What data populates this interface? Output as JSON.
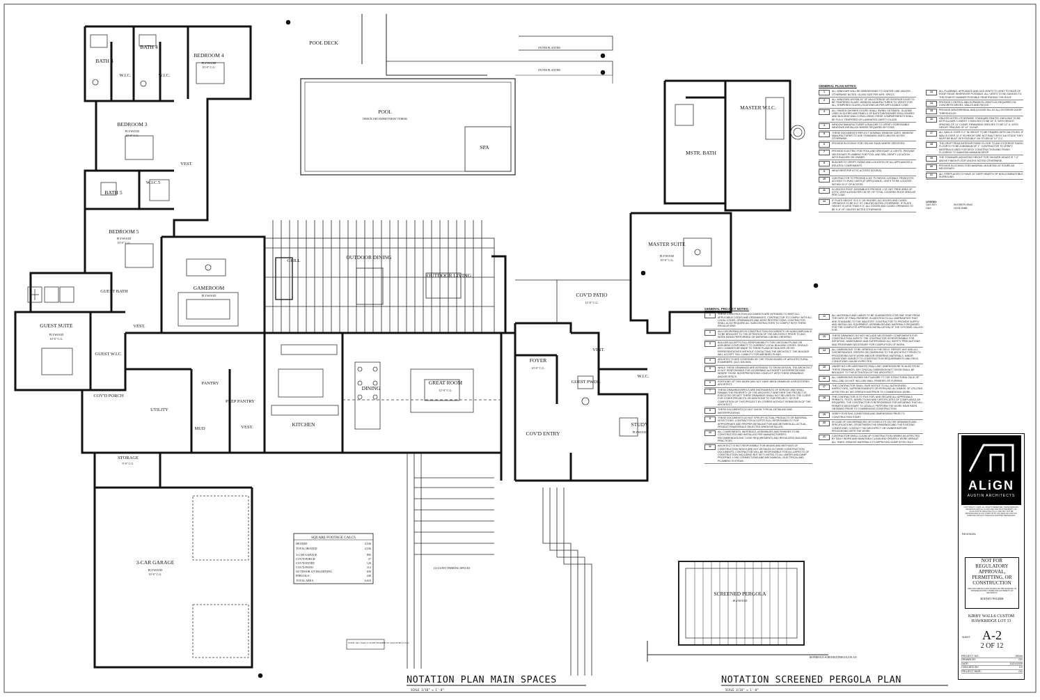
{
  "rooms": {
    "pool_deck": "POOL DECK",
    "pool": "POOL",
    "pool_sub": "DESIGN AND SUBMITTED BY OTHERS",
    "spa": "SPA",
    "bath3": "BATH 3",
    "bath4": "BATH 4",
    "wic3": "W.I.C.",
    "wic4": "W.I.C.",
    "bedroom4": "BEDROOM 4",
    "bedroom3": "BEDROOM 3",
    "bath5": "BATH 5",
    "wic5": "W.I.C.5",
    "vest1": "VEST.",
    "bedroom5": "BEDROOM 5",
    "gameroom": "GAMEROOM",
    "guest_bath": "GUEST BATH",
    "guest_suite": "GUEST SUITE",
    "guest_wic": "GUEST W.I.C.",
    "vest2": "VEST.",
    "grill": "GRILL",
    "outdoor_dining": "OUTDOOR DINING",
    "outdoor_living": "OUTDOOR LIVING",
    "covd_patio": "COV'D PATIO",
    "master_suite": "MASTER SUITE",
    "master_wic": "MASTER W.I.C.",
    "mstr_bath": "MSTR. BATH",
    "foyer": "FOYER",
    "vest3": "VEST.",
    "guest_pwdr": "GUEST PWDR.",
    "wic_study": "W.I.C.",
    "study": "STUDY",
    "covd_entry": "COV'D ENTRY",
    "dining": "DINING",
    "great_room": "GREAT ROOM",
    "kitchen": "KITCHEN",
    "pantry": "PANTRY",
    "prep_pantry": "PREP PANTRY",
    "mud": "MUD",
    "vest4": "VEST.",
    "utility": "UTILITY",
    "covd_porch": "COV'D PORCH",
    "storage": "STORAGE",
    "garage": "3-CAR GARAGE",
    "screened_pergola": "SCREENED PERGOLA",
    "stone_planter": "STONE PLANTER"
  },
  "ceilings": {
    "plywood": "PLYWOOD",
    "c10": "10'-0\" C.G.",
    "c9": "9'-0\" C.G.",
    "c12": "12'-0\" C.G."
  },
  "sqft": {
    "title": "SQUARE FOOTAGE CALCS",
    "rows": [
      {
        "label": "HEATED",
        "value": "4,536"
      },
      {
        "label": "TOTAL HEATED",
        "value": "4,536"
      },
      {
        "label": "3-CAR GARAGE",
        "value": "895"
      },
      {
        "label": "COV'D PORCH",
        "value": "57"
      },
      {
        "label": "COV'D ENTRY",
        "value": "120"
      },
      {
        "label": "COV'D PATIO",
        "value": "112"
      },
      {
        "label": "OUTDOOR LIVING/DINING",
        "value": "650"
      },
      {
        "label": "PERGOLA",
        "value": "240"
      },
      {
        "label": "TOTAL AREA",
        "value": "6,610"
      }
    ]
  },
  "guest_parking": "(2) GUEST PARKING SPACES",
  "walls_note": "NOTE: ALL WALLS TO BE FRAMED W/ 2x6 STUDS U.N.O.",
  "plan_titles": {
    "main": "NOTATION PLAN MAIN SPACES",
    "main_scale": "SCALE 3/16\" = 1'-0\"",
    "pergola": "NOTATION SCREENED PERGOLA PLAN",
    "pergola_scale": "SCALE 3/16\" = 1'-0\"",
    "ref_pergola": "REFERENCE SCREENED PERGOLA PLAN"
  },
  "general_plan_notes": {
    "title": "GENERAL PLAN NOTES:",
    "left": [
      {
        "n": "1",
        "t": "ALL WINDOWS WILL BE DIMENSIONED TO CENTER LINE UNLESS OTHERWISE NOTED. GLASS SIZE PER MFR. SPECS."
      },
      {
        "n": "2",
        "t": "ALL WINDOWS WITHIN 24\" OF AN EXTERIOR OR INTERIOR DOOR TO BE TEMPERED GLASS. WINDOW MANUFACTURER TO VERIFY FOR ALL TEMPERED GLASS LOCATIONS AS PER APPLICABLE CODE."
      },
      {
        "n": "3",
        "t": "ALL HINGED SHOWER DOORS SHALL SWING OUTWARD. GLAZING USED IN DOORS AND PANELS OF BATHTUB/SHOWER ENCLOSURES AND BUILDING WALLS ENCLOSING THESE COMPARTMENTS SHALL BE FULLY TEMPERED OR LAMINATED SAFETY GLASS."
      },
      {
        "n": "4",
        "t": "WINDOW MANUFACTURER & BUILDER TO VERIFY EGRESSABLE WINDOWS INSTALLED WHERE REQUIRED BY CODE."
      },
      {
        "n": "5",
        "t": "THESE DOCUMENTS REFLECT NOMINAL WINDOW SIZES. WINDOW MANUFACTURER TO USE STANDARD SIZES UNLESS NOTED OTHERWISE."
      },
      {
        "n": "6",
        "t": "PROVIDE BLOCKING FOR CEILING FANS WHERE SPECIFIED."
      },
      {
        "n": "7",
        "t": "PROVIDE ELECTRIC FOR POOL AND SPA EQUIP. & LIGHTS. PROVIDE NECESSARY PLUMBING FOR POOL AND SPA. VERIFY LOCATION WITH BUILDER OR OWNER."
      },
      {
        "n": "8",
        "t": "BUILDER TO VERIFY SIZING AND LOCATION OF ALL APPLIANCES & RELATED COMPONENTS."
      },
      {
        "n": "9",
        "t": "WEATHERSTRIP ATTIC ACCESS DOOR(S)."
      },
      {
        "n": "10",
        "t": "CONTRACTOR TO PROVIDE A 3/4\" PLYWOOD CATWALK FROM ATTIC ACCESS TO HVAC UNITS (IF APPLICABLE). UNITS TO BE LOCATED WITHIN 20'-0\" OF ACCESS."
      },
      {
        "n": "11",
        "t": "IN VENTED ROOF ASSEMBLIES PROVIDE 1 SF. NET FREE AREA OF ATTIC VENTILATION PER 150 SF. OF TOTAL COVERED ROOF AREA AS PER CODE."
      },
      {
        "n": "12",
        "t": "IF PLATE HEIGHT IS 9'-0\" OR HIGHER, ALL DOORS AND CASED OPENINGS TO BE 8'-0\" HT. UNLESS NOTED OTHERWISE. IF PLATE HEIGHT IS LESS THAN 9'-0\", ALL DOORS AND CASED OPENINGS TO BE 6'-8\" HT. UNLESS NOTED OTHERWISE."
      }
    ],
    "right": [
      {
        "n": "13",
        "t": "ALL PLUMBING, APPLIANCE AND GAS VENTS TO VENT TO REAR OF ROOF RIDGE WHEREVER POSSIBLE. ALL VENTS TO BE GANGED TO THE FEWEST NUMBER POSSIBLE PENETRATING THE ROOF."
      },
      {
        "n": "14",
        "t": "PROVIDE CONTROL AND EXPANSION JOINTS AS REQUIRED ON CONCRETE DRIVES, WALKS AND PATIOS."
      },
      {
        "n": "15",
        "t": "PROVIDE WEATHERSEAL AND A DOOR SILL AT ALL EXTERIOR DOOR THRESHOLDS."
      },
      {
        "n": "16",
        "t": "UNLESS NOTED OTHERWISE STANDARD PANTRY SHELVING TO BE AS FOLLOWS: LOWEST 3 SHELVES TO BE 16\" D. WITH HEIGHT SPACING OF 14\" CLEAR. REMAINING SHELVES TO BE 12\" D. WITH HEIGHT SPACING OF 12\" CLEAR."
      },
      {
        "n": "17",
        "t": "ALL WALLS OVER 9'-0\" IN HEIGHT TO BE FRAMED WITH 2x6 STUDS. IF WALLS OVER 12'-0\" IN HEIGHT ARE NOT BUILT WITH 2x6 STUDS THEY MUST BE BUILT WITH DOUBLE 2x4 STUDS AT 12\" O.C."
      },
      {
        "n": "18",
        "t": "THE DROP FROM INTERIOR FINISH FLOOR TO ANY EXTERIOR FINISH FLOOR IS TO BE A MINIMUM OF 1\". CONTRACTOR TO VERIFY MATERIALS USED FOR DECK CONSTRUCTION AND FINISH FLOORING TO MAINTAIN MINIMUM DROP."
      },
      {
        "n": "19",
        "t": "THE STANDARD MOUNTING HEIGHT FOR SHOWER HEADS IS 7'-0\" ABOVE FINISH FLOOR UNLESS NOTED OTHERWISE."
      },
      {
        "n": "20",
        "t": "PROVIDE BLOCKING FOR HANDRAIL MOUNTING AT STAIRS AS NECESSARY."
      },
      {
        "n": "21",
        "t": "ALL FIREPLACES TO HAVE 20\" DEEP HEARTH OF NON-COMBUSTIBLE SURROUND."
      }
    ],
    "legend_title": "LEGEND:",
    "legend": [
      "GAS KEY",
      "SHOWER HEAD",
      "GAS",
      "HOSE BIBB"
    ]
  },
  "general_project_notes": {
    "title": "GENERAL PROJECT NOTES:",
    "left": [
      {
        "n": "1",
        "t": "THESE CONSTRUCTION DOCUMENTS ARE INTENDED TO MEET ALL APPLICABLE CODES AND ORDINANCES. CONTRACTOR TO COMPLY WITH ALL LOCAL CODES, ORDINANCES AND DEED RESTRICTIONS. CONTRACTOR SHALL ALSO REQUIRE ALL SUBCONTRACTORS TO COMPLY WITH THESE REGULATIONS."
      },
      {
        "n": "2",
        "t": "ANY DISCREPANCIES IN CONSTRUCTION DOCUMENTS OR NONCOMPLIANCE TO BE BROUGHT TO THE ATTENTION OF THE ARCHITECT PRIOR TO ANY WORK BEING PERFORMED OR MATERIALS BEING ORDERED."
      },
      {
        "n": "3",
        "t": "BUILDER ACCEPTS FULL RESPONSIBILITY FOR CHECKING PLANS OR ASSURING CONFORMITY TO CURRENT LOCAL BUILDING CODES. SHOULD ANY CHANGES BE MADE TO THESE PLANS BY BUILDER OR HIS REPRESENTATIVES WITHOUT CONTACTING THE ARCHITECT, THE BUILDER WILL ACCEPT FULL LIABILITY FOR AMENDED PLANS."
      },
      {
        "n": "4",
        "t": "ARCHITECTS ARE GOVERNED BY THE TEXAS BOARD OF ARCHITECTURAL EXAMINERS. (512) 305-9000."
      },
      {
        "n": "5",
        "t": "WHILE THESE DRAWINGS ARE INTENDED TO SHOW DESIGN, THE ARCHITECT IS NOT RESPONSIBLE FOR GOVERNING AUTHORITY INTERPRETATIONS WHERE THOSE INTERPRETATIONS CONFLICT WITH THESE DRAWINGS AND/OR SPECS."
      },
      {
        "n": "6",
        "t": "PORTIONS OF THIS WORK MAY NOT HAVE BEEN DRAWN BY A REGISTERED ARCHITECT."
      },
      {
        "n": "7",
        "t": "THESE DRAWINGS/SPECS ARE INSTRUMENTS OF SERVICE AND SHALL REMAIN THE PROPERTY OF THE ARCHITECT WHETHER THE PROJECT IS EXECUTED OR NOT. THESE DRAWINGS SHALL NOT BE USED BY THE CLIENT FOR OTHER PROJECTS OR ADDITIONS TO THIS PROJECT, OR FOR COMPLETION OF THIS PROJECT BY OTHERS WITHOUT PERMISSION OF THE ARCHITECT."
      },
      {
        "n": "8",
        "t": "THESE DOCUMENTS DO NOT SHOW TYPICAL DETAILING AND WATERPROOFING."
      },
      {
        "n": "9",
        "t": "THESE DOCUMENTS DO NOT SPECIFY ACTUAL PRODUCTS OR MATERIAL SELECTIONS. CONTRACTOR ACCEPTS FULL RESPONSIBILITY FOR APPROPRIATE AND PROPER DETAILING FOR AND BETWEEN ALL ACTUAL PRODUCTS/MATERIALS SELECTED WHEN INSTALLED."
      },
      {
        "n": "10",
        "t": "ALL COMPONENTS, MATERIALS, ASSEMBLIES AND FINISHES TO BE CONSTRUCTED AND INSTALLED PER MANUFACTURER'S RECOMMENDATIONS, CODE REQUIREMENTS AND REGULATED BUILDING PRACTICES."
      },
      {
        "n": "11",
        "t": "ARCHITECT IS NOT RESPONSIBLE FOR MEANS AND METHODS OF CONSTRUCTION WHICH ARE NOT DETAILED IN THESE CONSTRUCTION DOCUMENTS. CONTRACTOR WILL BE RESPONSIBLE FOR ALL ASPECTS OF CONSTRUCTION INCLUDING BUT NOT LIMITED TO ALL WATER AND DAMP PROOFING, LOAD CONNECTIONS AND MECHANICAL, ELECTRICAL AND PLUMBING SYSTEMS."
      }
    ],
    "right": [
      {
        "n": "12",
        "t": "ALL MATERIALS AND LABOR TO BE GUARANTEED FOR ONE YEAR FROM THE DATE OF FINAL PAYMENT, IN ADDITION TO ALL WARRANTIES THAT ARE STANDARD TO THE INDUSTRY. CONTRACTOR TO PROVIDE SUPPLY AND INSTALL ALL EQUIPMENT, ASSEMBLIES AND MATERIALS REQUIRED FOR THE COMPLETE APPROVED INSTALLATION OF THE SYSTEMS CALLED FOR."
      },
      {
        "n": "13",
        "t": "THESE DRAWINGS DO NOT INCLUDE NECESSARY COMPONENTS FOR CONSTRUCTION SAFETY. THE CONTRACTOR IS RESPONSIBLE FOR INITIATING, MAINTAINING AND SUPERVISING ALL SAFETY PRECAUTIONS AND PROGRAMS NECESSARY FOR COMPLETION OF WORK."
      },
      {
        "n": "14",
        "t": "ALL DIMENSIONS TO BE VERIFIED IN THE FIELD. REPORT ANY AND ALL DISCREPANCIES, ERRORS OR OMISSIONS TO THE ARCHITECT PRIOR TO PROCEEDING WITH WORK AND/OR ORDERING MATERIALS. MINOR DEVIATIONS SUBJECT TO CONSTRUCTION REQUIREMENTS AND FIELD CONDITIONS CAN BE EXPECTED."
      },
      {
        "n": "15",
        "t": "UNDER NO CIRCUMSTANCES SHALL ANY DIMENSION BE SCALED FROM THESE DRAWINGS. ANY CRUCIAL DIMENSION NOT GIVEN SHALL BE BROUGHT TO THE ATTENTION OF THE ARCHITECT."
      },
      {
        "n": "16",
        "t": "ALL DIMENSIONS SHOWN ON PLAN ARE TO THE STRUCTURAL FACE OF WALL AND DO NOT INCLUDE WALL FINISHES OR FURRING."
      },
      {
        "n": "17",
        "t": "THE CONTRACTOR SHALL GIVE NOTICE TO ALL AUTHORIZED INSPECTORS, SUPERINTENDENTS OR PERSONS IN CHARGE OF UTILITIES AFFECTED BY HIS OPERATIONS PRIOR TO COMMENCING WORK."
      },
      {
        "n": "18",
        "t": "THE CONTRACTOR IS TO FILE FOR, AND SECURE ALL APPROVALS, PERMITS, TESTS, INSPECTIONS AND CERTIFICATES OF COMPLIANCE AS REQUIRED. THE CONTRACTOR IS RESPONSIBLE FOR ASSURING THAT ALL PERMITS NECESSARY TO LEGALLY PERFORM THE WORK HAVE BEEN OBTAINED PRIOR TO COMMENCING CONSTRUCTION."
      },
      {
        "n": "19",
        "t": "VERIFY EXISTING CONDITIONS AND DIMENSIONS PRIOR TO CONSTRUCTION START."
      },
      {
        "n": "20",
        "t": "IN CASE OF DISCREPANCIES OR CONFLICTS ON THE DRAWINGS AND SPECIFICATIONS, OR BETWEEN THE DRAWINGS AND THE EXISTING CONDITIONS, CONTACT THE ARCHITECT OR OWNER BEFORE PROCEEDING WITH THE WORK."
      },
      {
        "n": "21",
        "t": "CONTRACTOR SHALL CLEAN UP CONSTRUCTION DEBRIS AS AFFECTED BY DAILY WORK AND MAINTAIN A CLEAN AND ORDERLY WORK AREA AT ALL TIMES. REMOVE MATERIALS TO APPROVED DUMP SITES ONLY."
      }
    ]
  },
  "title_block": {
    "logo_word": "ALiGN",
    "logo_sub": "AUSTIN ARCHITECTS",
    "copyright": "COPYRIGHT © 2025. ALL RIGHTS RESERVED. THESE DESIGNS, DRAWINGS AND ALL PLANS ARE THE SOLE PROPERTY OF ALIGN AUSTIN ARCHITECTS LLC AND MAY NOT BE REPRODUCED IN ANY FORM OR BY ANY METHOD FOR ANY PURPOSE WITHOUT PREVIOUS WRITTEN PERMISSION.",
    "revision": "REVISION:",
    "stamp_lines": [
      "NOT FOR",
      "REGULATORY",
      "APPROVAL,",
      "PERMITTING, OR",
      "CONSTRUCTION"
    ],
    "stamp_small": "THIS DOCUMENT IS RELEASED FOR THE PURPOSE OF INTERIM REVIEW UNDER THE AUTHORITY OF ARCHITECT:",
    "architect": "RODNEY PALMER",
    "project_line1": "KIRBY WALLS CUSTOM",
    "project_line2": "HAWKRIDGE LOT 13",
    "sheet_label": "SHEET",
    "sheet": "A-2",
    "sheet_of": "2 OF 12",
    "meta": [
      {
        "k": "PROJECT NO.:",
        "v": "25044"
      },
      {
        "k": "DRAWN BY:",
        "v": "GG"
      },
      {
        "k": "DATE:",
        "v": "11/21/2025"
      },
      {
        "k": "CHECKED BY:",
        "v": "XX"
      },
      {
        "k": "PROJECT MGR.:",
        "v": "GG"
      }
    ]
  }
}
